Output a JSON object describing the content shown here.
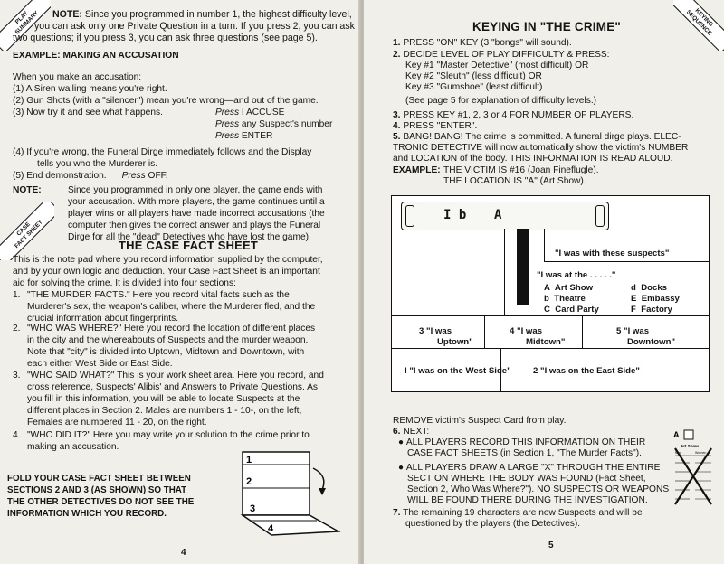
{
  "left_page": {
    "corner_tab": [
      "PLAY",
      "SUMMARY"
    ],
    "note1": {
      "lead": "NOTE:",
      "lines": [
        "Since you programmed in number 1, the highest difficulty level,",
        "you can ask only one Private Question in a turn. If you press 2, you can ask",
        "two questions; if you press 3, you can ask three questions (see page 5)."
      ]
    },
    "example_heading": "EXAMPLE: MAKING AN ACCUSATION",
    "when_line": "When you make an accusation:",
    "items": [
      "(1) A Siren wailing means you're right.",
      "(2) Gun Shots (with a \"silencer\") mean you're wrong—and out of the game.",
      "(3) Now try it and see what happens."
    ],
    "press_lines": [
      {
        "press": "Press",
        "rest": "I ACCUSE"
      },
      {
        "press": "Press",
        "rest": "any Suspect's number"
      },
      {
        "press": "Press",
        "rest": "ENTER"
      }
    ],
    "item4": [
      "(4) If you're wrong, the Funeral Dirge immediately follows and the Display",
      "tells you who the Murderer is."
    ],
    "item5": {
      "text": "(5) End demonstration.",
      "press": "Press",
      "rest": "OFF."
    },
    "note2": {
      "lead": "NOTE:",
      "lines": [
        "Since you programmed in only one player, the game ends with",
        "your accusation. With more players, the game continues until a",
        "player wins or all players have made incorrect accusations (the",
        "computer then gives the correct answer and plays the Funeral",
        "Dirge for all the \"dead\" Detectives who have lost the game)."
      ]
    },
    "case_tab": [
      "CASE",
      "FACT SHEET"
    ],
    "case_title": "THE CASE FACT SHEET",
    "intro_lines": [
      "This is the note pad where you record information supplied by the computer,",
      "and by your own logic and deduction. Your Case Fact Sheet is an important",
      "aid for solving the crime. It is divided into four sections:"
    ],
    "sections": [
      {
        "num": "1.",
        "lines": [
          "\"THE MURDER FACTS.\" Here you record vital facts such as the",
          "Murderer's sex, the weapon's caliber, where the Murderer fled, and the",
          "crucial information about fingerprints."
        ]
      },
      {
        "num": "2.",
        "lines": [
          "\"WHO WAS WHERE?\" Here you record the location of different places",
          "in the city and the whereabouts of Suspects and the murder weapon.",
          "Note that \"city\" is divided into Uptown, Midtown and Downtown, with",
          "each either West Side or East Side."
        ]
      },
      {
        "num": "3.",
        "lines": [
          "\"WHO SAID WHAT?\" This is your work sheet area. Here you record, and",
          "cross reference, Suspects' Alibis' and Answers to Private Questions. As",
          "you fill in this information, you will be able to locate Suspects at the",
          "different places in Section 2. Males are numbers 1 - 10-, on the left,",
          "Females are numbered 11 - 20, on the right."
        ]
      },
      {
        "num": "4.",
        "lines": [
          "\"WHO DID IT?\" Here you may write your solution to the crime prior to",
          "making an accusation."
        ]
      }
    ],
    "fold_lines": [
      "FOLD YOUR CASE FACT SHEET BETWEEN",
      "SECTIONS 2 AND 3 (AS SHOWN) SO THAT",
      "THE OTHER DETECTIVES DO NOT SEE THE",
      "INFORMATION WHICH YOU RECORD."
    ],
    "sheet_numbers": [
      "1",
      "2",
      "3",
      "4"
    ],
    "page_number": "4"
  },
  "right_page": {
    "corner_tab": [
      "KEYING",
      "SEQUENCE"
    ],
    "title": "KEYING IN \"THE CRIME\"",
    "steps": [
      {
        "num": "1.",
        "text": "PRESS \"ON\" KEY (3 \"bongs\" will sound)."
      },
      {
        "num": "2.",
        "text": "DECIDE LEVEL OF PLAY DIFFICULTY & PRESS:"
      }
    ],
    "keys": [
      "Key #1  \"Master Detective\" (most difficult)  OR",
      "Key #2  \"Sleuth\" (less difficult)  OR",
      "Key #3  \"Gumshoe\" (least difficult)"
    ],
    "see_page": "(See page 5 for explanation of difficulty levels.)",
    "steps2": [
      {
        "num": "3.",
        "text": "PRESS KEY #1, 2, 3 or 4 FOR NUMBER OF PLAYERS."
      },
      {
        "num": "4.",
        "text": "PRESS \"ENTER\"."
      }
    ],
    "step5": {
      "num": "5.",
      "lines": [
        "BANG! BANG! The crime is committed. A funeral dirge plays. ELEC-",
        "TRONIC DETECTIVE will now automatically show the victim's NUMBER",
        "and LOCATION of the body. THIS INFORMATION IS READ ALOUD."
      ]
    },
    "example": {
      "lead": "EXAMPLE:",
      "line1": "THE VICTIM IS #16 (Joan Fineflugle).",
      "line2": "THE LOCATION IS \"A\" (Art Show)."
    },
    "display": {
      "lcd1": "I b",
      "lcd2": "A",
      "with_suspects": "\"I was with these suspects\"",
      "was_at": "\"I was at the . . . . .\"",
      "places_left": [
        {
          "code": "A",
          "name": "Art Show"
        },
        {
          "code": "b",
          "name": "Theatre"
        },
        {
          "code": "C",
          "name": "Card Party"
        }
      ],
      "places_right": [
        {
          "code": "d",
          "name": "Docks"
        },
        {
          "code": "E",
          "name": "Embassy"
        },
        {
          "code": "F",
          "name": "Factory"
        }
      ],
      "areas": [
        {
          "code": "3",
          "l1": "\"I was",
          "l2": "Uptown\""
        },
        {
          "code": "4",
          "l1": "\"I was",
          "l2": "Midtown\""
        },
        {
          "code": "5",
          "l1": "\"I was",
          "l2": "Downtown\""
        }
      ],
      "sides": [
        {
          "code": "I",
          "text": "\"I was on the West Side\""
        },
        {
          "code": "2",
          "text": "\"I was on the East Side\""
        }
      ]
    },
    "remove_line": "REMOVE victim's Suspect Card from play.",
    "step6": {
      "num": "6.",
      "text": "NEXT:"
    },
    "bullets": [
      [
        "ALL PLAYERS RECORD THIS INFORMATION ON THEIR",
        "CASE FACT SHEETS (in Section 1, \"The Murder Facts\")."
      ],
      [
        "ALL PLAYERS DRAW A LARGE \"X\" THROUGH THE ENTIRE",
        "SECTION WHERE THE BODY WAS FOUND (Fact Sheet,",
        "Section 2, Who Was Where?\"). NO SUSPECTS OR WEAPONS",
        "WILL BE FOUND THERE DURING THE INVESTIGATION."
      ]
    ],
    "step7": {
      "num": "7.",
      "lines": [
        "The remaining 19 characters are now Suspects and will be",
        "questioned by the players (the Detectives)."
      ]
    },
    "card_label": "A",
    "card_caption": "Art Show",
    "card_sub": [
      "Men",
      "Women"
    ],
    "page_number": "5"
  }
}
